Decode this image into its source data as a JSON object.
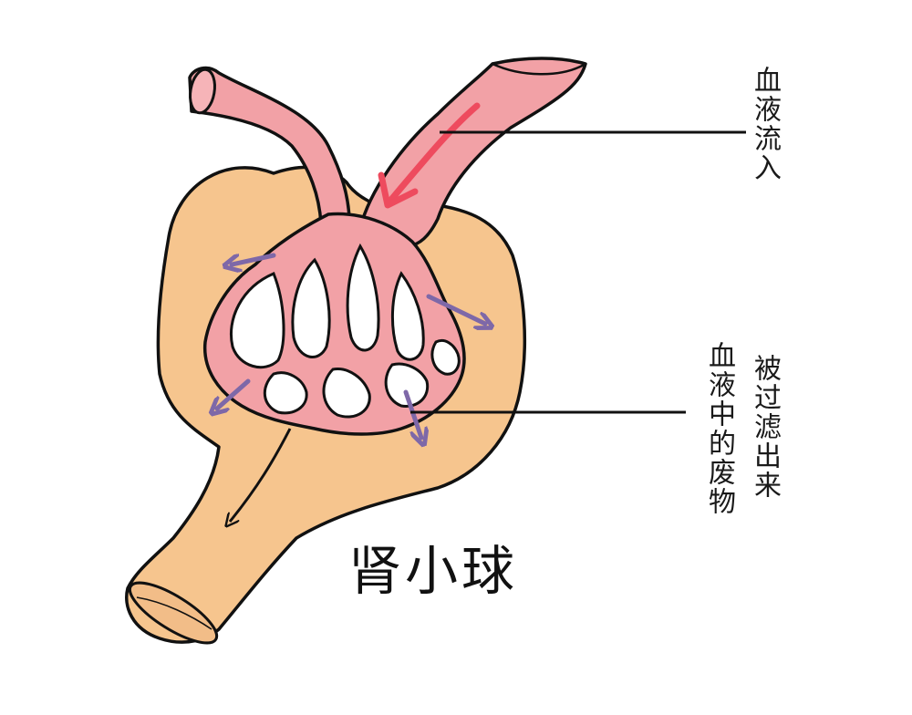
{
  "labels": {
    "blood_inflow": "血液流入",
    "waste_line1": "血液中的废物",
    "waste_line2": "被过滤出来"
  },
  "title": "肾小球",
  "colors": {
    "capsule": "#F6C58E",
    "vessel": "#F2A1A6",
    "flow_arrow": "#EE4B5E",
    "filtration_arrow": "#7E68A8",
    "outline": "#111111"
  }
}
